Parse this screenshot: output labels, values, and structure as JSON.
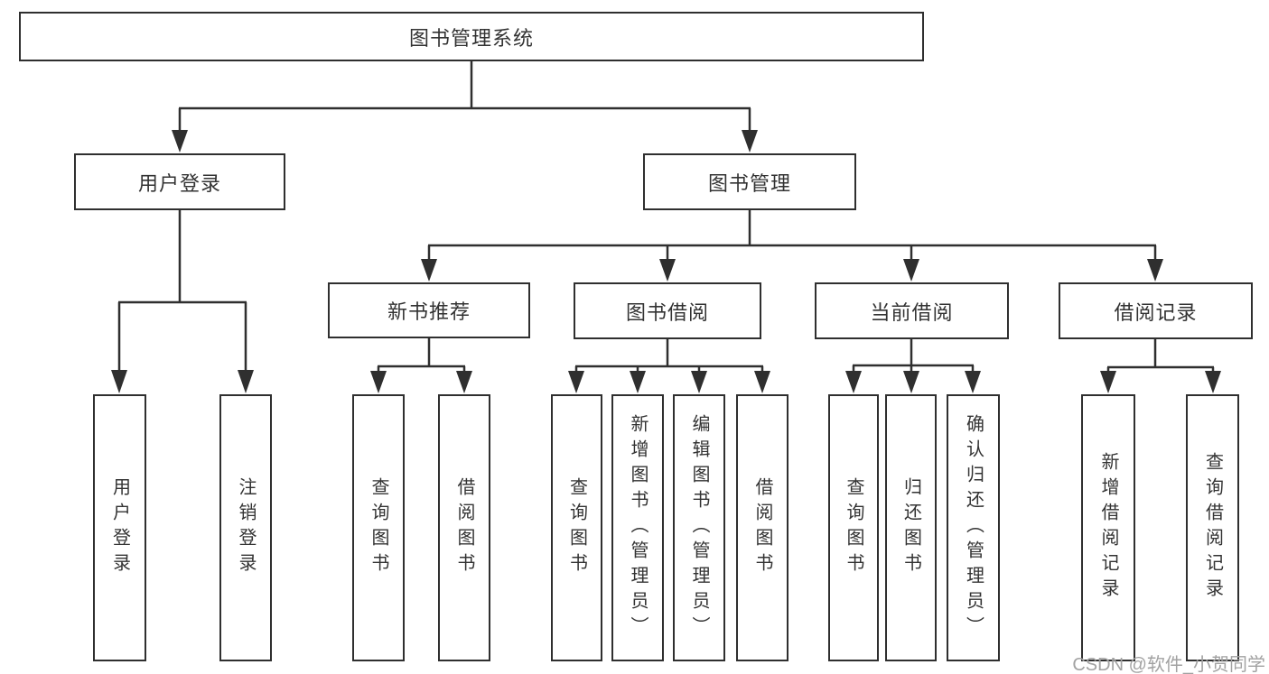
{
  "diagram": {
    "title": "图书管理系统",
    "watermark": "CSDN @软件_小贺同学",
    "colors": {
      "line": "#2f2f2f",
      "text": "#333333",
      "watermark": "#a2a2a2",
      "background": "#ffffff",
      "box_fill": "#ffffff"
    },
    "tree": {
      "label": "图书管理系统",
      "children": [
        {
          "label": "用户登录",
          "children": [
            {
              "label": "用户登录"
            },
            {
              "label": "注销登录"
            }
          ]
        },
        {
          "label": "图书管理",
          "children": [
            {
              "label": "新书推荐",
              "children": [
                {
                  "label": "查询图书"
                },
                {
                  "label": "借阅图书"
                }
              ]
            },
            {
              "label": "图书借阅",
              "children": [
                {
                  "label": "查询图书"
                },
                {
                  "label": "新增图书（管理员）"
                },
                {
                  "label": "编辑图书（管理员）"
                },
                {
                  "label": "借阅图书"
                }
              ]
            },
            {
              "label": "当前借阅",
              "children": [
                {
                  "label": "查询图书"
                },
                {
                  "label": "归还图书"
                },
                {
                  "label": "确认归还（管理员）"
                }
              ]
            },
            {
              "label": "借阅记录",
              "children": [
                {
                  "label": "新增借阅记录"
                },
                {
                  "label": "查询借阅记录"
                }
              ]
            }
          ]
        }
      ]
    }
  }
}
